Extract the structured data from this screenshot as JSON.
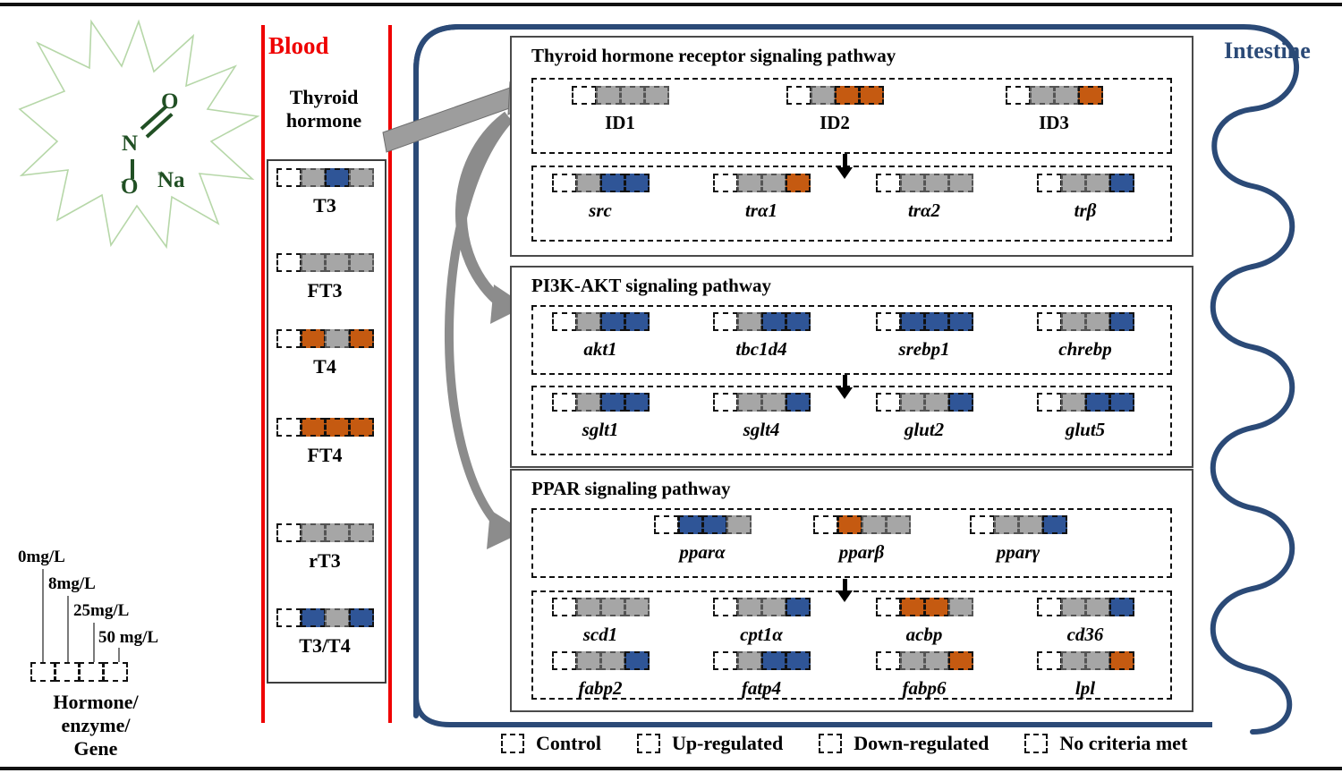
{
  "compound": {
    "name_parts": {
      "o_top": "O",
      "n": "N",
      "o_bottom": "O",
      "o_charge": "-",
      "na": "Na",
      "na_charge": "+"
    }
  },
  "blood": {
    "title": "Blood",
    "hormone_title": "Thyroid\nhormone",
    "hormone_title_line1": "Thyroid",
    "hormone_title_line2": "hormone",
    "items": [
      {
        "label": "T3",
        "cells": [
          "ctl",
          "none",
          "down",
          "none"
        ]
      },
      {
        "label": "FT3",
        "cells": [
          "ctl",
          "none",
          "none",
          "none"
        ]
      },
      {
        "label": "T4",
        "cells": [
          "ctl",
          "up",
          "none",
          "up"
        ]
      },
      {
        "label": "FT4",
        "cells": [
          "ctl",
          "up",
          "up",
          "up"
        ]
      },
      {
        "label": "rT3",
        "cells": [
          "ctl",
          "none",
          "none",
          "none"
        ]
      },
      {
        "label": "T3/T4",
        "cells": [
          "ctl",
          "down",
          "none",
          "down"
        ]
      }
    ]
  },
  "intestine": {
    "label": "Intestine"
  },
  "pathways": [
    {
      "title": "Thyroid hormone receptor signaling pathway",
      "row1": [
        {
          "label": "ID1",
          "italic": false,
          "cells": [
            "ctl",
            "none",
            "none",
            "none"
          ]
        },
        {
          "label": "ID2",
          "italic": false,
          "cells": [
            "ctl",
            "none",
            "up",
            "up"
          ]
        },
        {
          "label": "ID3",
          "italic": false,
          "cells": [
            "ctl",
            "none",
            "none",
            "up"
          ]
        }
      ],
      "row2": [
        {
          "label": "src",
          "italic": true,
          "cells": [
            "ctl",
            "none",
            "down",
            "down"
          ]
        },
        {
          "label": "trα1",
          "italic": true,
          "cells": [
            "ctl",
            "none",
            "none",
            "up"
          ]
        },
        {
          "label": "trα2",
          "italic": true,
          "cells": [
            "ctl",
            "none",
            "none",
            "none"
          ]
        },
        {
          "label": "trβ",
          "italic": true,
          "cells": [
            "ctl",
            "none",
            "none",
            "down"
          ]
        }
      ]
    },
    {
      "title": "PI3K-AKT signaling pathway",
      "row1": [
        {
          "label": "akt1",
          "italic": true,
          "cells": [
            "ctl",
            "none",
            "down",
            "down"
          ]
        },
        {
          "label": "tbc1d4",
          "italic": true,
          "cells": [
            "ctl",
            "none",
            "down",
            "down"
          ]
        },
        {
          "label": "srebp1",
          "italic": true,
          "cells": [
            "ctl",
            "down",
            "down",
            "down"
          ]
        },
        {
          "label": "chrebp",
          "italic": true,
          "cells": [
            "ctl",
            "none",
            "none",
            "down"
          ]
        }
      ],
      "row2": [
        {
          "label": "sglt1",
          "italic": true,
          "cells": [
            "ctl",
            "none",
            "down",
            "down"
          ]
        },
        {
          "label": "sglt4",
          "italic": true,
          "cells": [
            "ctl",
            "none",
            "none",
            "down"
          ]
        },
        {
          "label": "glut2",
          "italic": true,
          "cells": [
            "ctl",
            "none",
            "none",
            "down"
          ]
        },
        {
          "label": "glut5",
          "italic": true,
          "cells": [
            "ctl",
            "none",
            "down",
            "down"
          ]
        }
      ]
    },
    {
      "title": "PPAR signaling pathway",
      "row1": [
        {
          "label": "pparα",
          "italic": true,
          "cells": [
            "ctl",
            "down",
            "down",
            "none"
          ]
        },
        {
          "label": "pparβ",
          "italic": true,
          "cells": [
            "ctl",
            "up",
            "none",
            "none"
          ]
        },
        {
          "label": "pparγ",
          "italic": true,
          "cells": [
            "ctl",
            "none",
            "none",
            "down"
          ]
        }
      ],
      "row2": [
        {
          "label": "scd1",
          "italic": true,
          "cells": [
            "ctl",
            "none",
            "none",
            "none"
          ]
        },
        {
          "label": "cpt1α",
          "italic": true,
          "cells": [
            "ctl",
            "none",
            "none",
            "down"
          ]
        },
        {
          "label": "acbp",
          "italic": true,
          "cells": [
            "ctl",
            "up",
            "up",
            "none"
          ]
        },
        {
          "label": "cd36",
          "italic": true,
          "cells": [
            "ctl",
            "none",
            "none",
            "down"
          ]
        }
      ],
      "row3": [
        {
          "label": "fabp2",
          "italic": true,
          "cells": [
            "ctl",
            "none",
            "none",
            "down"
          ]
        },
        {
          "label": "fatp4",
          "italic": true,
          "cells": [
            "ctl",
            "none",
            "down",
            "down"
          ]
        },
        {
          "label": "fabp6",
          "italic": true,
          "cells": [
            "ctl",
            "none",
            "none",
            "up"
          ]
        },
        {
          "label": "lpl",
          "italic": true,
          "cells": [
            "ctl",
            "none",
            "none",
            "up"
          ]
        }
      ]
    }
  ],
  "dose_scale": {
    "doses": [
      "0mg/L",
      "8mg/L",
      "25mg/L",
      "50 mg/L"
    ],
    "cells": [
      "ctl",
      "ctl",
      "ctl",
      "ctl"
    ],
    "caption_line1": "Hormone/",
    "caption_line2": "enzyme/",
    "caption_line3": "Gene"
  },
  "legend": [
    {
      "key": "ctl",
      "label": "Control"
    },
    {
      "key": "up",
      "label": "Up-regulated"
    },
    {
      "key": "down",
      "label": "Down-regulated"
    },
    {
      "key": "none",
      "label": "No criteria met"
    }
  ],
  "colors": {
    "up": "#c55a11",
    "down": "#2f5597",
    "none": "#a6a6a6",
    "control": "#ffffff",
    "blood": "#ef0000",
    "intestine": "#2b4a77",
    "compound": "#215024"
  }
}
